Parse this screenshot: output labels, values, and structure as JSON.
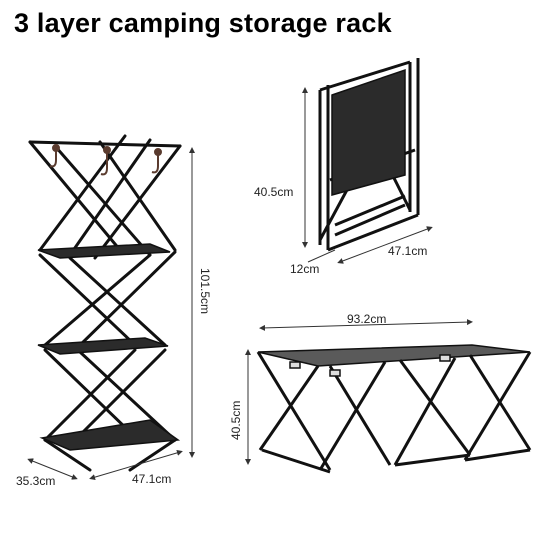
{
  "title": "3 layer camping storage rack",
  "dimensions": {
    "tall_height": "101.5cm",
    "tall_depth": "35.3cm",
    "tall_width": "47.1cm",
    "folded_height": "40.5cm",
    "folded_depth": "12cm",
    "folded_width": "47.1cm",
    "table_length": "93.2cm",
    "table_height": "40.5cm"
  },
  "colors": {
    "frame": "#111111",
    "shelf": "#2b2b2b",
    "dimension_line": "#333333"
  },
  "icons": {
    "tall_rack": "three-tier-rack-illustration",
    "folded_rack": "folded-rack-illustration",
    "table": "flat-table-illustration"
  }
}
